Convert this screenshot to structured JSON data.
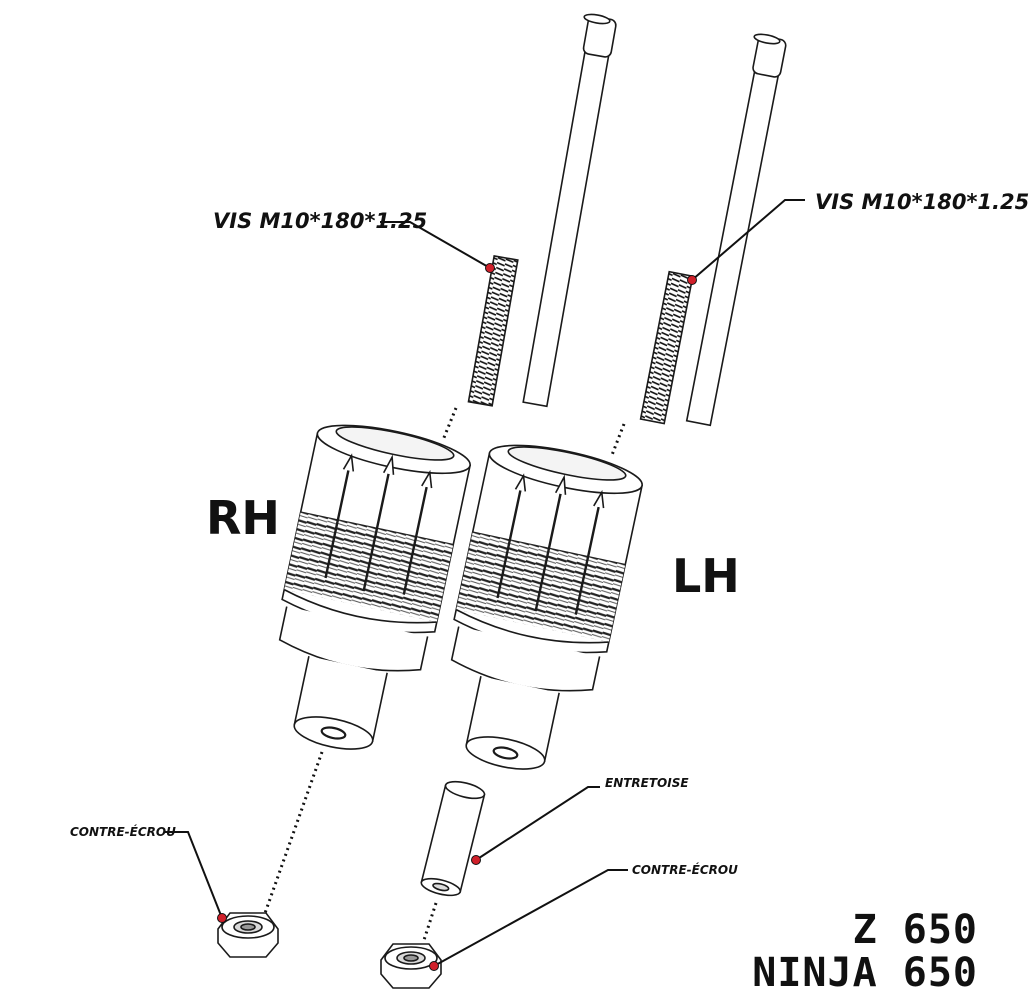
{
  "labels": {
    "screw_rh": "VIS M10*180*1.25",
    "screw_lh": "VIS M10*180*1.25",
    "side_rh": "RH",
    "side_lh": "LH",
    "spacer": "ENTRETOISE",
    "locknut_rh": "CONTRE-ÉCROU",
    "locknut_lh": "CONTRE-ÉCROU"
  },
  "models": {
    "line1": "Z 650",
    "line2": "NINJA 650"
  },
  "colors": {
    "line": "#1a1a1a",
    "marker": "#d0202a",
    "background": "#ffffff"
  }
}
